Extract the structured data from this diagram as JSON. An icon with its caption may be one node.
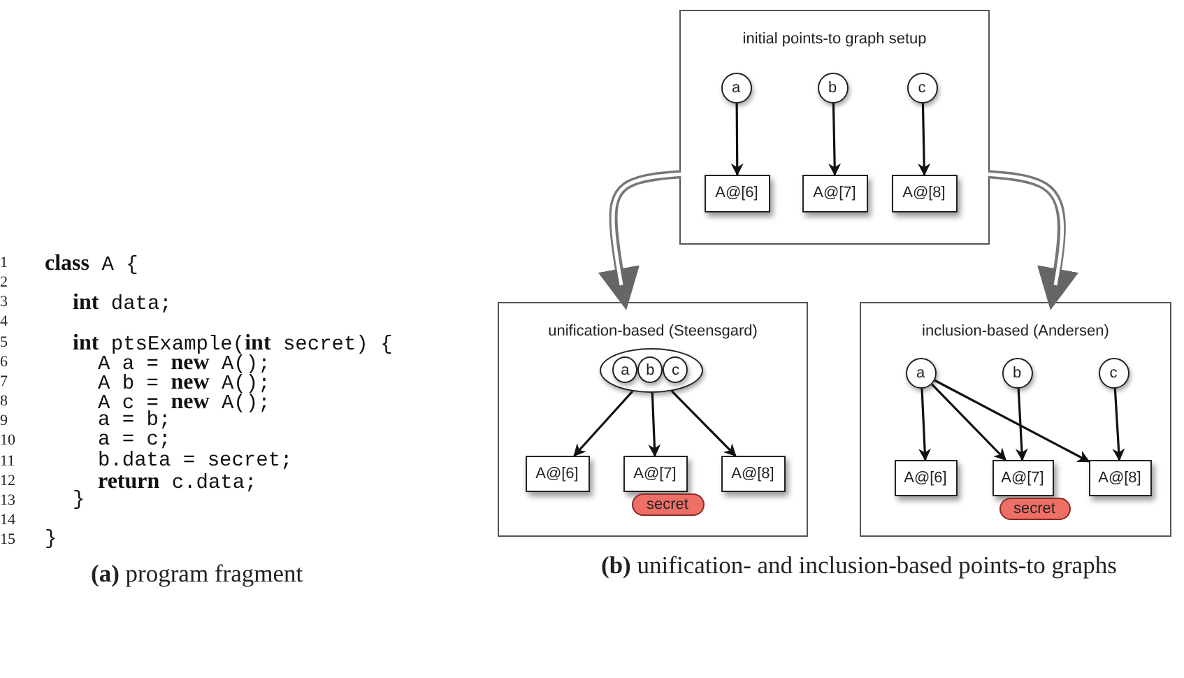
{
  "diagram": {
    "nodes": [
      {
        "text": [
          "initial points-to graph setup"
        ]
      },
      {
        "text": [
          "a"
        ],
        "in": 0
      },
      {
        "text": [
          "b"
        ],
        "in": 0
      },
      {
        "text": [
          "c"
        ],
        "in": 0
      },
      {
        "text": [
          "A@[6]"
        ],
        "in": 0
      },
      {
        "text": [
          "A@[7]"
        ],
        "in": 0
      },
      {
        "text": [
          "A@[8]"
        ],
        "in": 0
      },
      {
        "text": [
          "unification-based (Steensgard)"
        ]
      },
      {
        "text": [],
        "shape": "ellipse",
        "in": 7
      },
      {
        "text": [
          "a"
        ],
        "in": 8
      },
      {
        "text": [
          "b"
        ],
        "in": 8
      },
      {
        "text": [
          "c"
        ],
        "in": 8
      },
      {
        "text": [
          "A@[6]"
        ],
        "in": 7
      },
      {
        "text": [
          "A@[7]"
        ],
        "in": 7
      },
      {
        "text": [
          "A@[8]"
        ],
        "in": 7
      },
      {
        "text": [
          "secret"
        ],
        "in": 7
      },
      {
        "text": [
          "inclusion-based (Andersen)"
        ]
      },
      {
        "text": [
          "a"
        ],
        "in": 16
      },
      {
        "text": [
          "b"
        ],
        "in": 16
      },
      {
        "text": [
          "c"
        ],
        "in": 16
      },
      {
        "text": [
          "A@[6]"
        ],
        "in": 16
      },
      {
        "text": [
          "A@[7]"
        ],
        "in": 16
      },
      {
        "text": [
          "A@[8]"
        ],
        "in": 16
      },
      {
        "text": [
          "secret"
        ],
        "in": 16
      }
    ],
    "edges": [
      {
        "from": 1,
        "to": 4,
        "arrow": "to"
      },
      {
        "from": 2,
        "to": 5,
        "arrow": "to"
      },
      {
        "from": 3,
        "to": 6,
        "arrow": "to"
      },
      {
        "from": 0,
        "to": 7,
        "arrow": "to",
        "style": "thick",
        "color": "#777777"
      },
      {
        "from": 0,
        "to": 16,
        "arrow": "to",
        "style": "thick",
        "color": "#777777"
      },
      {
        "from": 8,
        "to": 12,
        "arrow": "to"
      },
      {
        "from": 8,
        "to": 13,
        "arrow": "to"
      },
      {
        "from": 8,
        "to": 14,
        "arrow": "to"
      },
      {
        "from": 17,
        "to": 20,
        "arrow": "to"
      },
      {
        "from": 17,
        "to": 21,
        "arrow": "to"
      },
      {
        "from": 17,
        "to": 22,
        "arrow": "to"
      },
      {
        "from": 18,
        "to": 21,
        "arrow": "to"
      },
      {
        "from": 19,
        "to": 22,
        "arrow": "to"
      }
    ],
    "labels": [
      "1",
      "**class** A {",
      "2",
      "3",
      "**int** data;",
      "4",
      "5",
      "**int** ptsExample(**int** secret) {",
      "6",
      "A a = **new** A();",
      "7",
      "A b = **new** A();",
      "8",
      "A c = **new** A();",
      "9",
      "a = b;",
      "10",
      "a = c;",
      "11",
      "b.data = secret;",
      "12",
      "**return** c.data;",
      "13",
      "}",
      "14",
      "15",
      "}",
      "**(a)** program fragment",
      "**(b)** unification- and inclusion-based points-to graphs"
    ]
  }
}
